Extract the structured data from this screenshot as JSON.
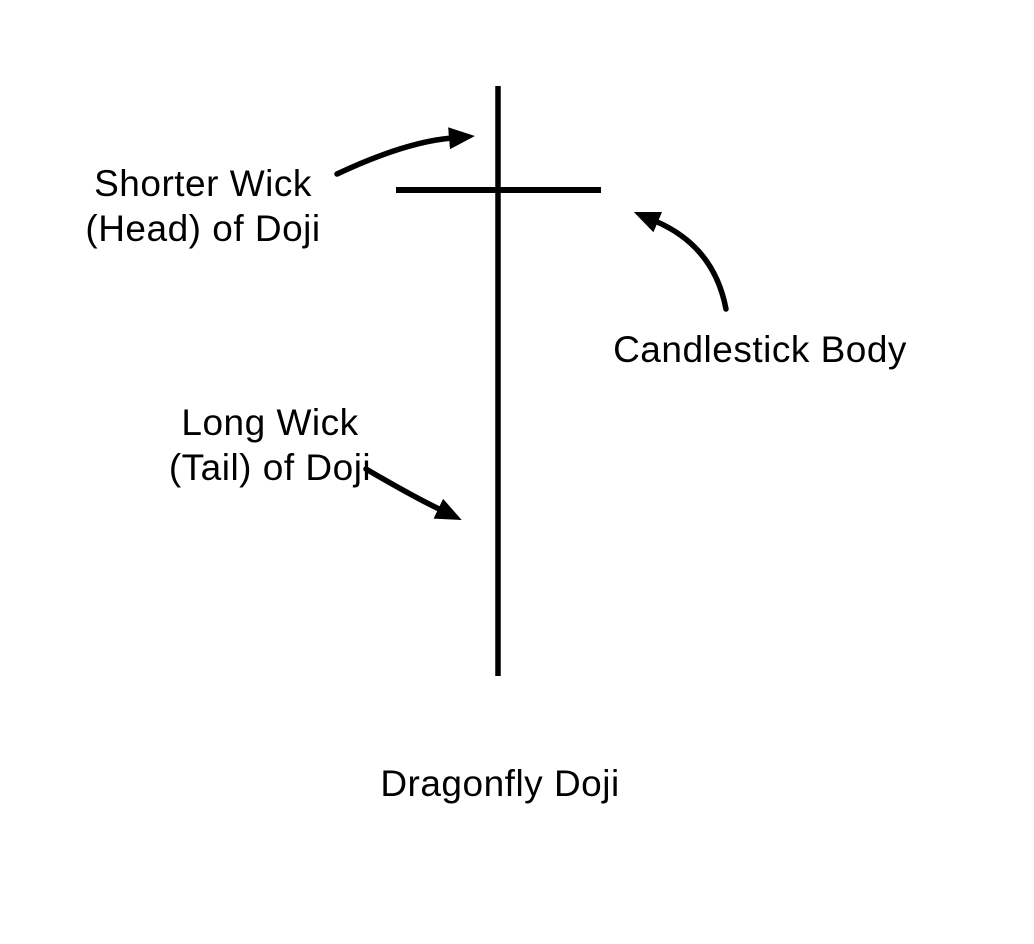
{
  "page": {
    "background": "#ffffff",
    "ink": "#000000"
  },
  "diagram": {
    "type": "candlestick-pattern-annotation",
    "title": "Dragonfly Doji",
    "labels": {
      "shorter_wick": {
        "line1": "Shorter Wick",
        "line2": "(Head) of Doji"
      },
      "long_wick": {
        "line1": "Long Wick",
        "line2": "(Tail) of Doji"
      },
      "candlestick_body": "Candlestick Body"
    }
  }
}
